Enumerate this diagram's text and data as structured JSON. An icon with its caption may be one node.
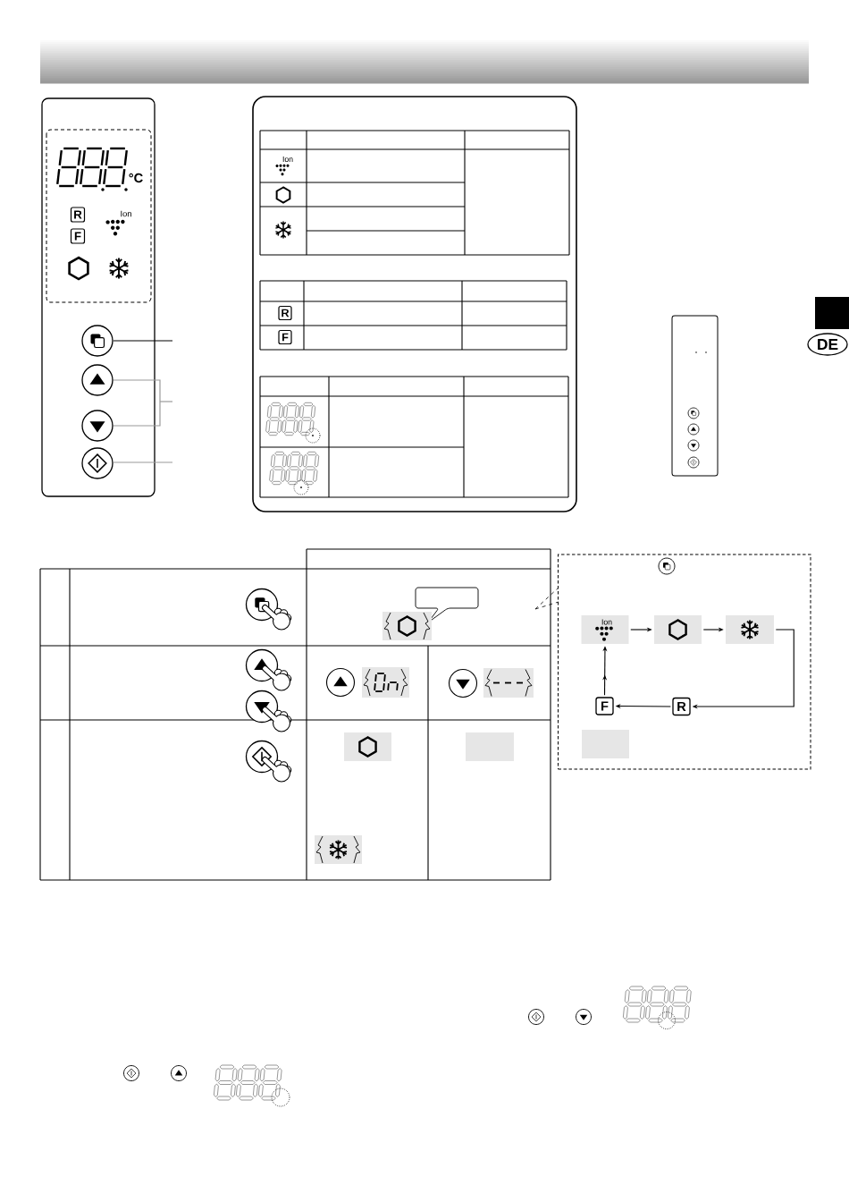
{
  "diagram": {
    "nodes": [
      {
        "text": [],
        "shape": "box"
      },
      {
        "text": [],
        "shape": "box"
      },
      {
        "text": [],
        "shape": "box"
      },
      {
        "text": [],
        "shape": "box"
      },
      {
        "text": [],
        "shape": "box"
      },
      {
        "text": [],
        "shape": "box"
      },
      {
        "text": [],
        "shape": "box"
      },
      {
        "text": [
          "Ion"
        ],
        "in": 6
      },
      {
        "text": [],
        "shape": "box",
        "in": 6
      },
      {
        "text": [],
        "shape": "box",
        "in": 6
      },
      {
        "text": [
          "F"
        ],
        "in": 6
      },
      {
        "text": [
          "R"
        ],
        "in": 6
      },
      {
        "text": [],
        "shape": "box",
        "in": 6
      }
    ],
    "edges": [
      {
        "from": 7,
        "to": 8,
        "arrow": "to"
      },
      {
        "from": 8,
        "to": 9,
        "arrow": "to"
      },
      {
        "from": 9,
        "to": 11,
        "arrow": "to"
      },
      {
        "from": 11,
        "to": 10,
        "arrow": "to"
      },
      {
        "from": 10,
        "to": 7,
        "arrow": "to"
      }
    ],
    "labels": [
      "°C",
      "R",
      "Ion",
      "F",
      "Ion",
      "R",
      "F",
      "DE"
    ]
  }
}
